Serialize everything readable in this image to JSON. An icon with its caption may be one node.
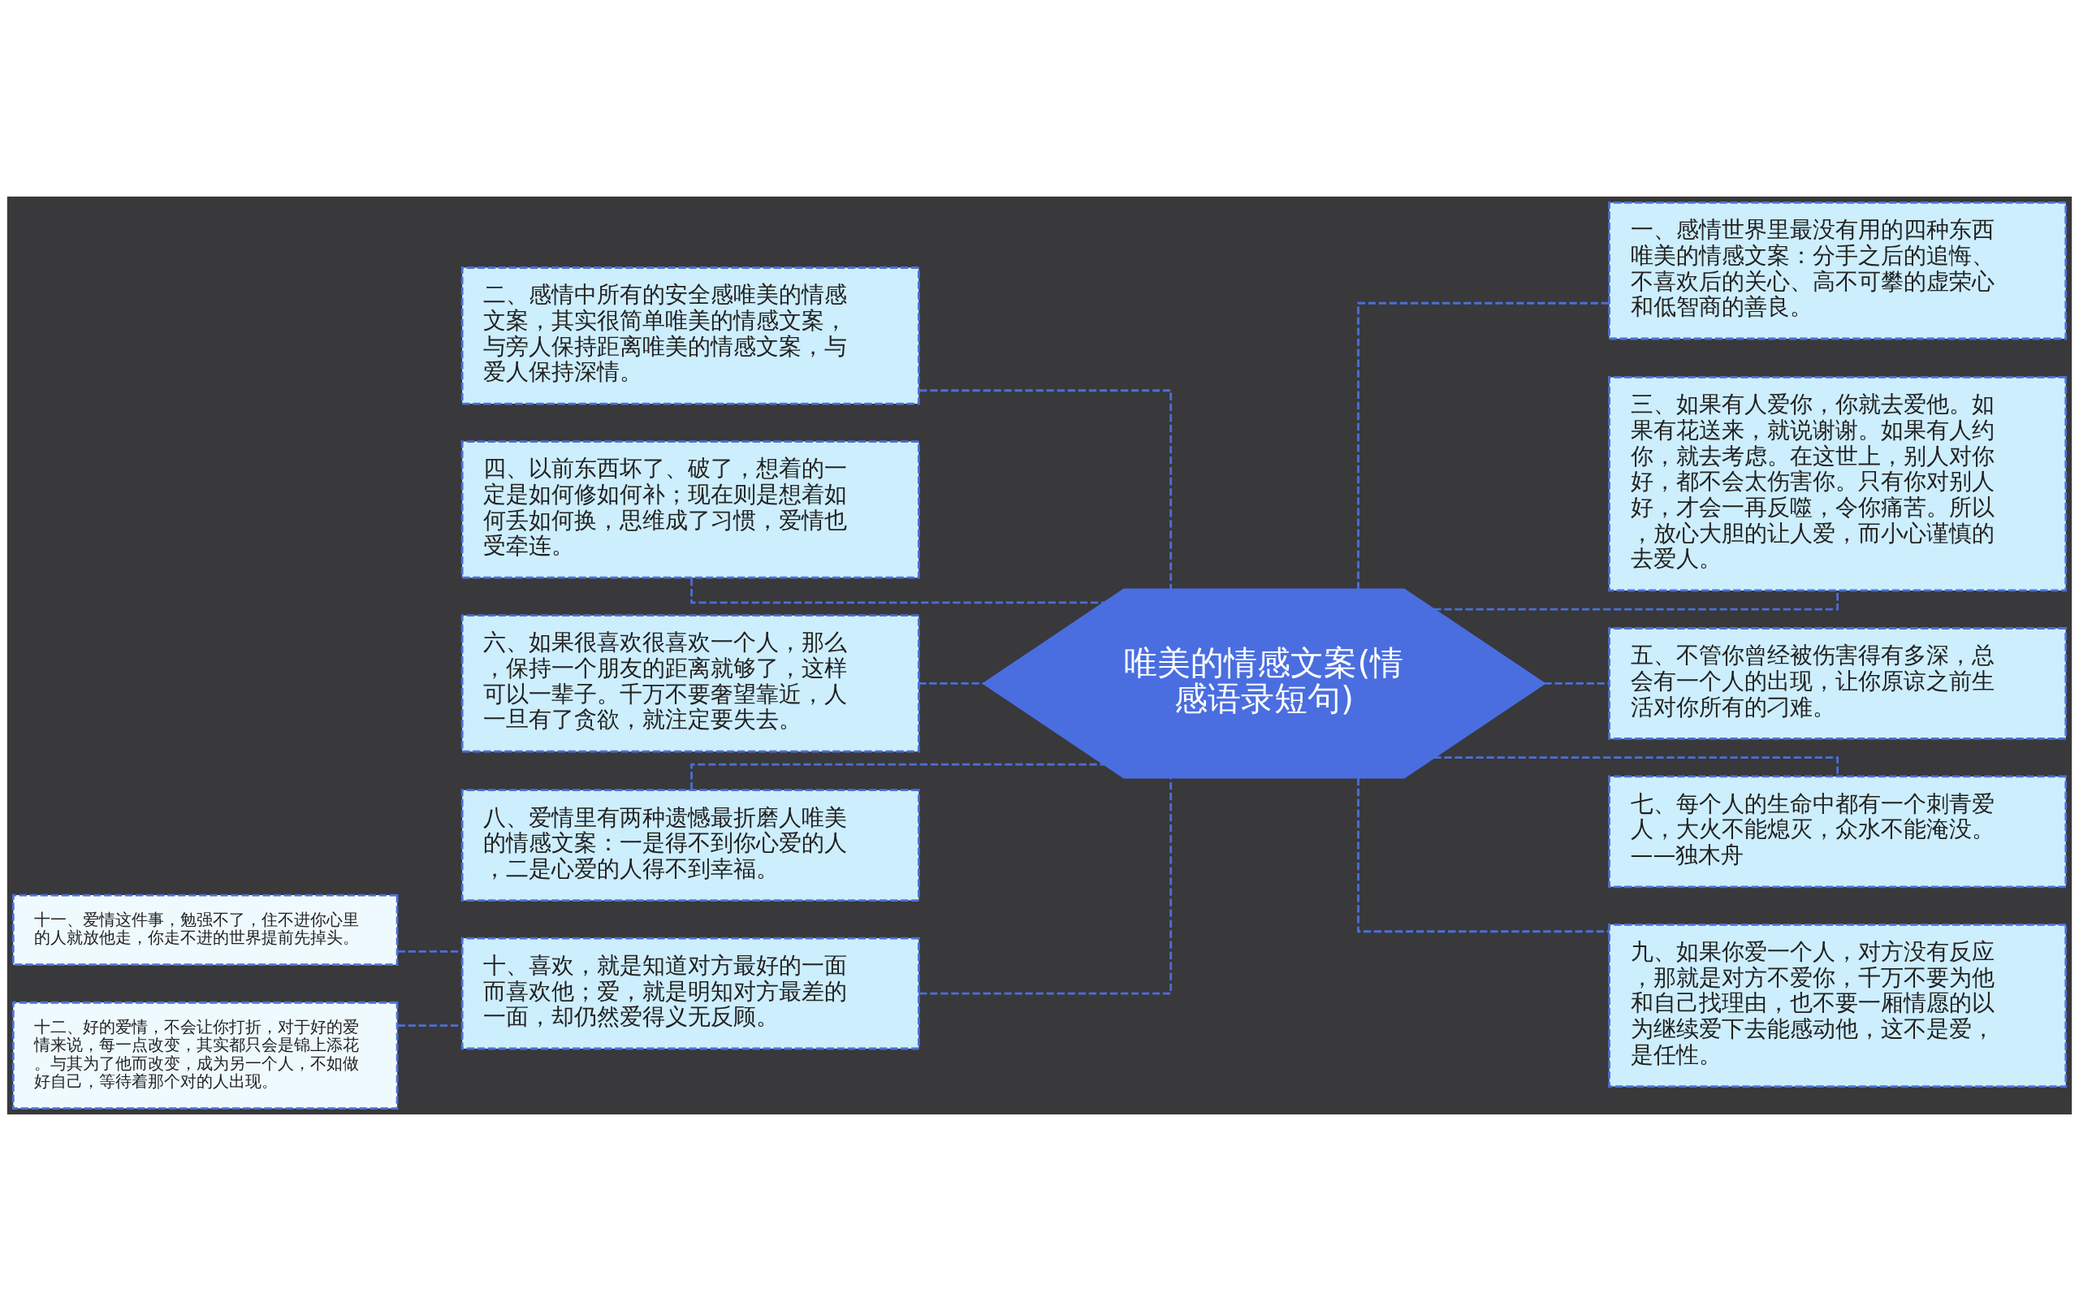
{
  "diagram": {
    "nodes": [
      {
        "text": [
          "唯美的情感文案(情感语录短句)"
        ]
      },
      {
        "text": [
          "二、感情中所有的安全感唯美的情感文案，其实很简单唯美的情感文案，与旁人保持距离唯美的情感文案，与爱人保持深情。"
        ]
      },
      {
        "text": [
          "四、以前东西坏了、破了，想着的一定是如何修如何补；现在则是想着如何丢如何换，思维成了习惯，爱情也受牵连。"
        ]
      },
      {
        "text": [
          "六、如果很喜欢很喜欢一个人，那么，保持一个朋友的距离就够了，这样可以一辈子。千万不要奢望靠近，人一旦有了贪欲，就注定要失去。"
        ]
      },
      {
        "text": [
          "八、爱情里有两种遗憾最折磨人唯美的情感文案：一是得不到你心爱的人，二是心爱的人得不到幸福。"
        ]
      },
      {
        "text": [
          "十、喜欢，就是知道对方最好的一面而喜欢他；爱，就是明知对方最差的一面，却仍然爱得义无反顾。"
        ]
      },
      {
        "text": [
          "十一、爱情这件事，勉强不了，住不进你心里的人就放他走，你走不进的世界提前先掉头。"
        ]
      },
      {
        "text": [
          "十二、好的爱情，不会让你打折，对于好的爱情来说，每一点改变，其实都只会是锦上添花。与其为了他而改变，成为另一个人，不如做好自己，等待着那个对的人出现。"
        ]
      },
      {
        "text": [
          "一、感情世界里最没有用的四种东西唯美的情感文案：分手之后的追悔、不喜欢后的关心、高不可攀的虚荣心和低智商的善良。"
        ]
      },
      {
        "text": [
          "三、如果有人爱你，你就去爱他。如果有花送来，就说谢谢。如果有人约你，就去考虑。在这世上，别人对你好，都不会太伤害你。只有你对别人好，才会一再反噬，令你痛苦。所以，放心大胆的让人爱，而小心谨慎的去爱人。"
        ]
      },
      {
        "text": [
          "五、不管你曾经被伤害得有多深，总会有一个人的出现，让你原谅之前生活对你所有的刁难。"
        ]
      },
      {
        "text": [
          "七、每个人的生命中都有一个刺青爱人，大火不能熄灭，众水不能淹没。——独木舟"
        ]
      },
      {
        "text": [
          "九、如果你爱一个人，对方没有反应，那就是对方不爱你，千万不要为他和自己找理由，也不要一厢情愿的以为继续爱下去能感动他，这不是爱，是任性。"
        ]
      }
    ],
    "edges": [
      {
        "from": 0,
        "to": 1,
        "arrow": "none"
      },
      {
        "from": 0,
        "to": 2,
        "arrow": "none"
      },
      {
        "from": 0,
        "to": 3,
        "arrow": "none"
      },
      {
        "from": 0,
        "to": 4,
        "arrow": "none"
      },
      {
        "from": 0,
        "to": 5,
        "arrow": "none"
      },
      {
        "from": 5,
        "to": 6,
        "arrow": "none"
      },
      {
        "from": 5,
        "to": 7,
        "arrow": "none"
      },
      {
        "from": 0,
        "to": 8,
        "arrow": "none"
      },
      {
        "from": 0,
        "to": 9,
        "arrow": "none"
      },
      {
        "from": 0,
        "to": 10,
        "arrow": "none"
      },
      {
        "from": 0,
        "to": 11,
        "arrow": "none"
      },
      {
        "from": 0,
        "to": 12,
        "arrow": "none"
      }
    ]
  }
}
